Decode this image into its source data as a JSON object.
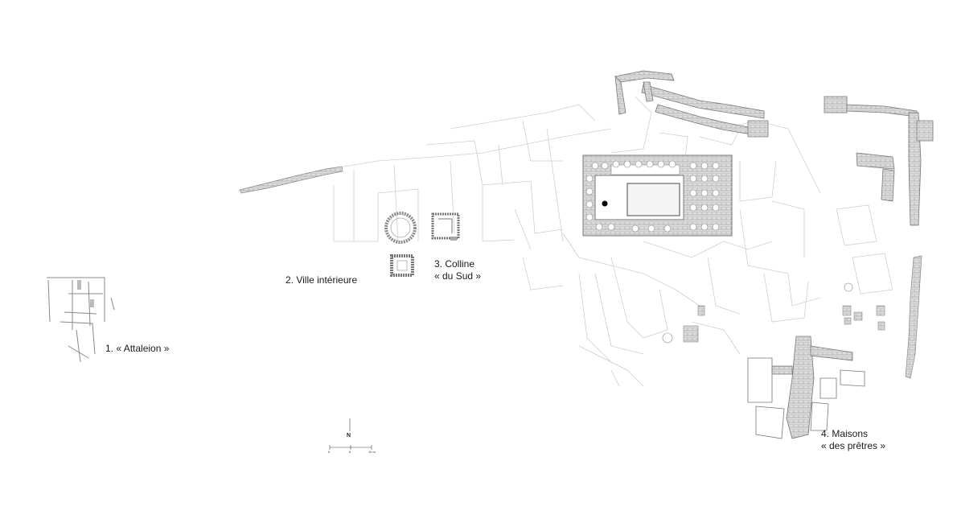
{
  "labels": {
    "zone1": "1. « Attaleion »",
    "zone2": "2. Ville intérieure",
    "zone3_line1": "3. Colline",
    "zone3_line2": "« du Sud »",
    "zone4_line1": "4. Maisons",
    "zone4_line2": "« des prêtres »"
  },
  "compass": {
    "north": "N"
  },
  "scale_bar": {
    "ticks": [
      "0",
      "5",
      "10 m"
    ]
  },
  "colors": {
    "faint_line": "#c8c8c8",
    "wall_line": "#777777",
    "wall_fill": "#d6d6d6",
    "hatch": "#9a9a9a",
    "text": "#1a1a1a"
  }
}
